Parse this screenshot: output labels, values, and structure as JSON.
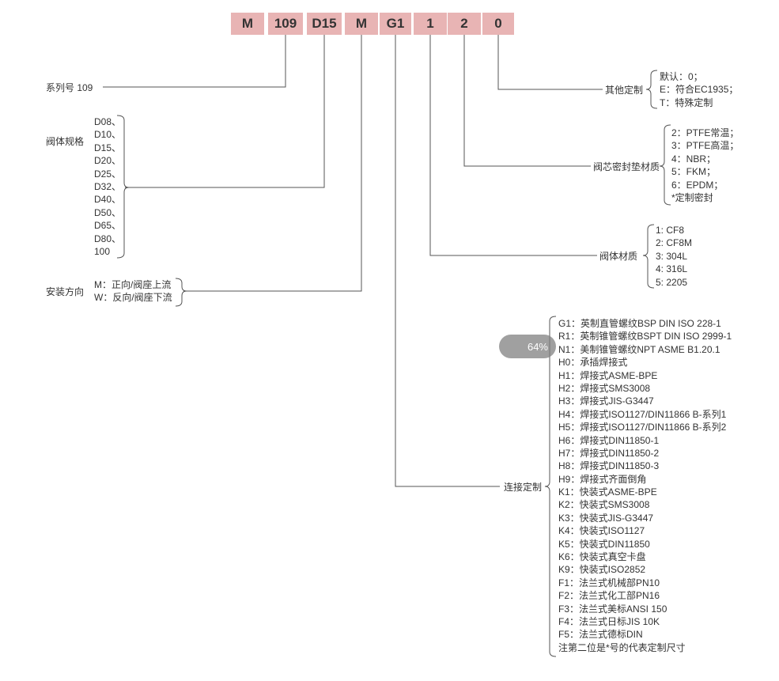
{
  "code_boxes": [
    {
      "text": "M"
    },
    {
      "text": "109"
    },
    {
      "text": "D15"
    },
    {
      "text": "M"
    },
    {
      "text": "G1"
    },
    {
      "text": "1"
    },
    {
      "text": "2"
    },
    {
      "text": "0"
    }
  ],
  "series": {
    "label": "系列号  109"
  },
  "body_size": {
    "label": "阀体规格",
    "options": [
      "D08、",
      "D10、",
      "D15、",
      "D20、",
      "D25、",
      "D32、",
      "D40、",
      "D50、",
      "D65、",
      "D80、",
      "100"
    ]
  },
  "install": {
    "label": "安装方向",
    "options": [
      "M：正向/阀座上流",
      "W：反向/阀座下流"
    ]
  },
  "other_custom": {
    "label": "其他定制",
    "options": [
      "默认：0；",
      "E：符合EC1935；",
      "T：特殊定制"
    ]
  },
  "seal": {
    "label": "阀芯密封垫材质",
    "options": [
      "2：PTFE常温；",
      "3：PTFE高温；",
      "4：NBR；",
      "5：FKM；",
      "6：EPDM；",
      "*定制密封"
    ]
  },
  "body_material": {
    "label": "阀体材质",
    "options": [
      "1: CF8",
      "2: CF8M",
      "3: 304L",
      "4: 316L",
      "5: 2205"
    ]
  },
  "connection": {
    "label": "连接定制",
    "options": [
      "G1：英制直管螺纹BSP DIN ISO 228-1",
      "R1：英制锥管螺纹BSPT DIN ISO 2999-1",
      "N1：美制锥管螺纹NPT ASME B1.20.1",
      "H0：承插焊接式",
      "H1：焊接式ASME-BPE",
      "H2：焊接式SMS3008",
      "H3：焊接式JIS-G3447",
      "H4：焊接式ISO1127/DIN11866 B-系列1",
      "H5：焊接式ISO1127/DIN11866 B-系列2",
      "H6：焊接式DIN11850-1",
      "H7：焊接式DIN11850-2",
      "H8：焊接式DIN11850-3",
      "H9：焊接式齐面倒角",
      "K1：快装式ASME-BPE",
      "K2：快装式SMS3008",
      "K3：快装式JIS-G3447",
      "K4：快装式ISO1127",
      "K5：快装式DIN11850",
      "K6：快装式真空卡盘",
      "K9：快装式ISO2852",
      "F1：法兰式机械部PN10",
      "F2：法兰式化工部PN16",
      "F3：法兰式美标ANSI 150",
      "F4：法兰式日标JIS 10K",
      "F5：法兰式德标DIN",
      "注第二位是*号的代表定制尺寸"
    ]
  },
  "zoom": {
    "text": "64%"
  }
}
